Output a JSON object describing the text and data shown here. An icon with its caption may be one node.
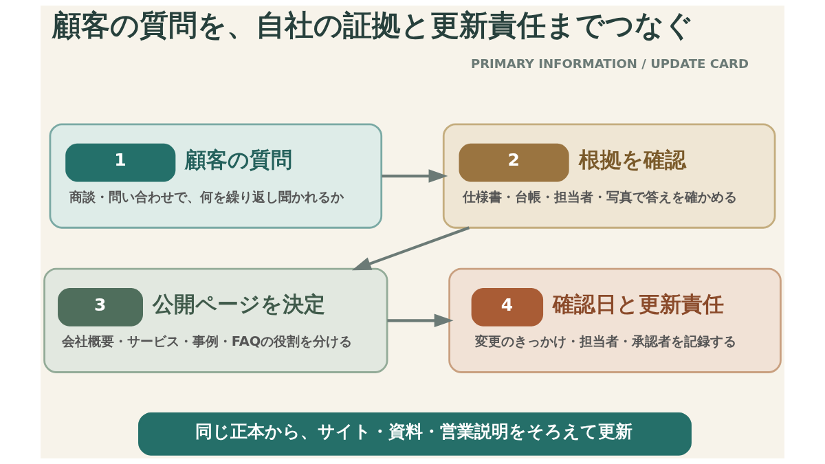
{
  "diagram": {
    "title": "顧客の質問を、自社の証拠と更新責任までつなぐ",
    "nodes": [
      {
        "text": [
          "1",
          "顧客の質問",
          "商談・問い合わせで、何を繰り返し聞かれるか"
        ]
      },
      {
        "text": [
          "2",
          "根拠を確認",
          "仕様書・台帳・担当者・写真で答えを確かめる"
        ]
      },
      {
        "text": [
          "3",
          "公開ページを決定",
          "会社概要・サービス・事例・FAQの役割を分ける"
        ]
      },
      {
        "text": [
          "4",
          "確認日と更新責任",
          "変更のきっかけ・担当者・承認者を記録する"
        ]
      },
      {
        "text": [
          "同じ正本から、サイト・資料・営業説明をそろえて更新"
        ]
      }
    ],
    "edges": [
      {
        "from": 0,
        "to": 1,
        "arrow": "to"
      },
      {
        "from": 1,
        "to": 2,
        "arrow": "to"
      },
      {
        "from": 2,
        "to": 3,
        "arrow": "to"
      }
    ],
    "labels": [
      "PRIMARY INFORMATION / UPDATE CARD"
    ]
  }
}
